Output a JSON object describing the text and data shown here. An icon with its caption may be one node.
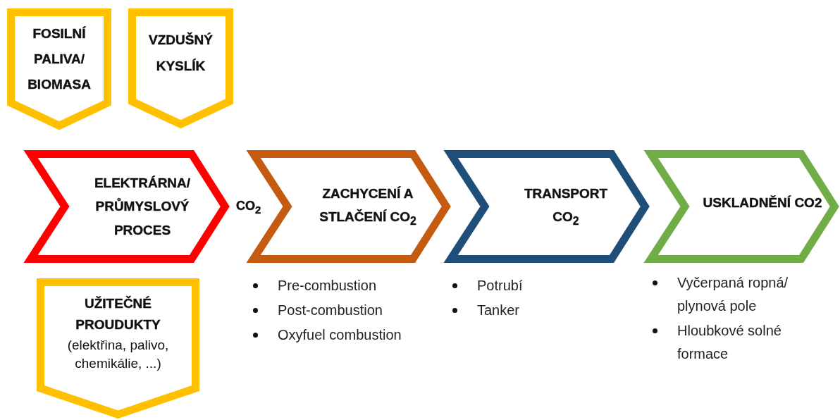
{
  "diagram": {
    "nodes": [
      {
        "text": [
          "FOSILNÍ PALIVA/ BIOMASA"
        ]
      },
      {
        "text": [
          "VZDUŠNÝ KYSLÍK"
        ]
      },
      {
        "text": [
          "ELEKTRÁRNA/ PRŮMYSLOVÝ PROCES"
        ]
      },
      {
        "text": [
          "ZACHYCENÍ A STLAČENÍ CO$_{2}$"
        ],
        "beside": [
          "Pre-combustion",
          "Post-combustion",
          "Oxyfuel combustion"
        ]
      },
      {
        "text": [
          "TRANSPORT CO$_{2}$"
        ],
        "beside": [
          "Potrubí",
          "Tanker"
        ]
      },
      {
        "text": [
          "USKLADNĚNÍ CO2"
        ],
        "beside": [
          "Vyčerpaná ropná/ plynová pole",
          "Hloubkové solné formace"
        ]
      },
      {
        "text": [
          "UŽITEČNÉ PROUDUKTY",
          "(elektřina, palivo, chemikálie, ...)"
        ]
      }
    ],
    "labels": [
      "CO$_{2}$"
    ]
  }
}
